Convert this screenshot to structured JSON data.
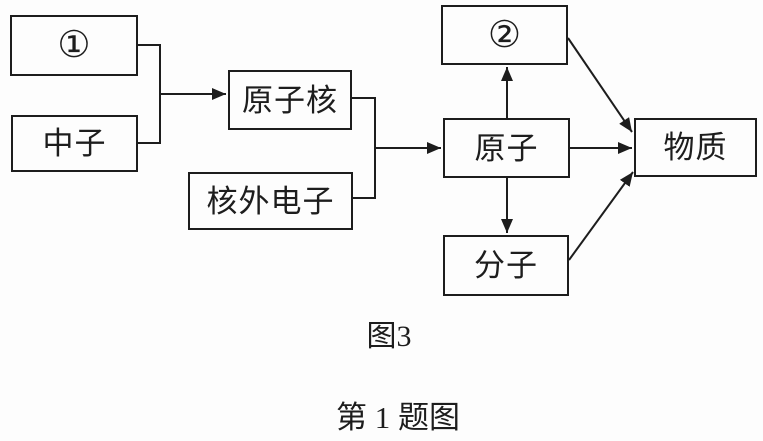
{
  "figure": {
    "caption": "图3",
    "question_caption": "第 1 题图"
  },
  "nodes": {
    "box1": {
      "label": "①"
    },
    "neutron": {
      "label": "中子"
    },
    "nucleus": {
      "label": "原子核"
    },
    "outer_electrons": {
      "label": "核外电子"
    },
    "box2": {
      "label": "②"
    },
    "atom": {
      "label": "原子"
    },
    "molecule": {
      "label": "分子"
    },
    "matter": {
      "label": "物质"
    }
  },
  "edges": [
    {
      "from": "① + 中子",
      "to": "原子核",
      "type": "merged-arrow"
    },
    {
      "from": "原子核 + 核外电子",
      "to": "原子",
      "type": "merged-arrow"
    },
    {
      "from": "原子",
      "to": "②",
      "type": "arrow"
    },
    {
      "from": "原子",
      "to": "分子",
      "type": "arrow"
    },
    {
      "from": "原子",
      "to": "物质",
      "type": "arrow"
    },
    {
      "from": "②",
      "to": "物质",
      "type": "arrow"
    },
    {
      "from": "分子",
      "to": "物质",
      "type": "arrow"
    }
  ],
  "colors": {
    "ink": "#1d1d1d",
    "paper": "#fdfdfd"
  }
}
